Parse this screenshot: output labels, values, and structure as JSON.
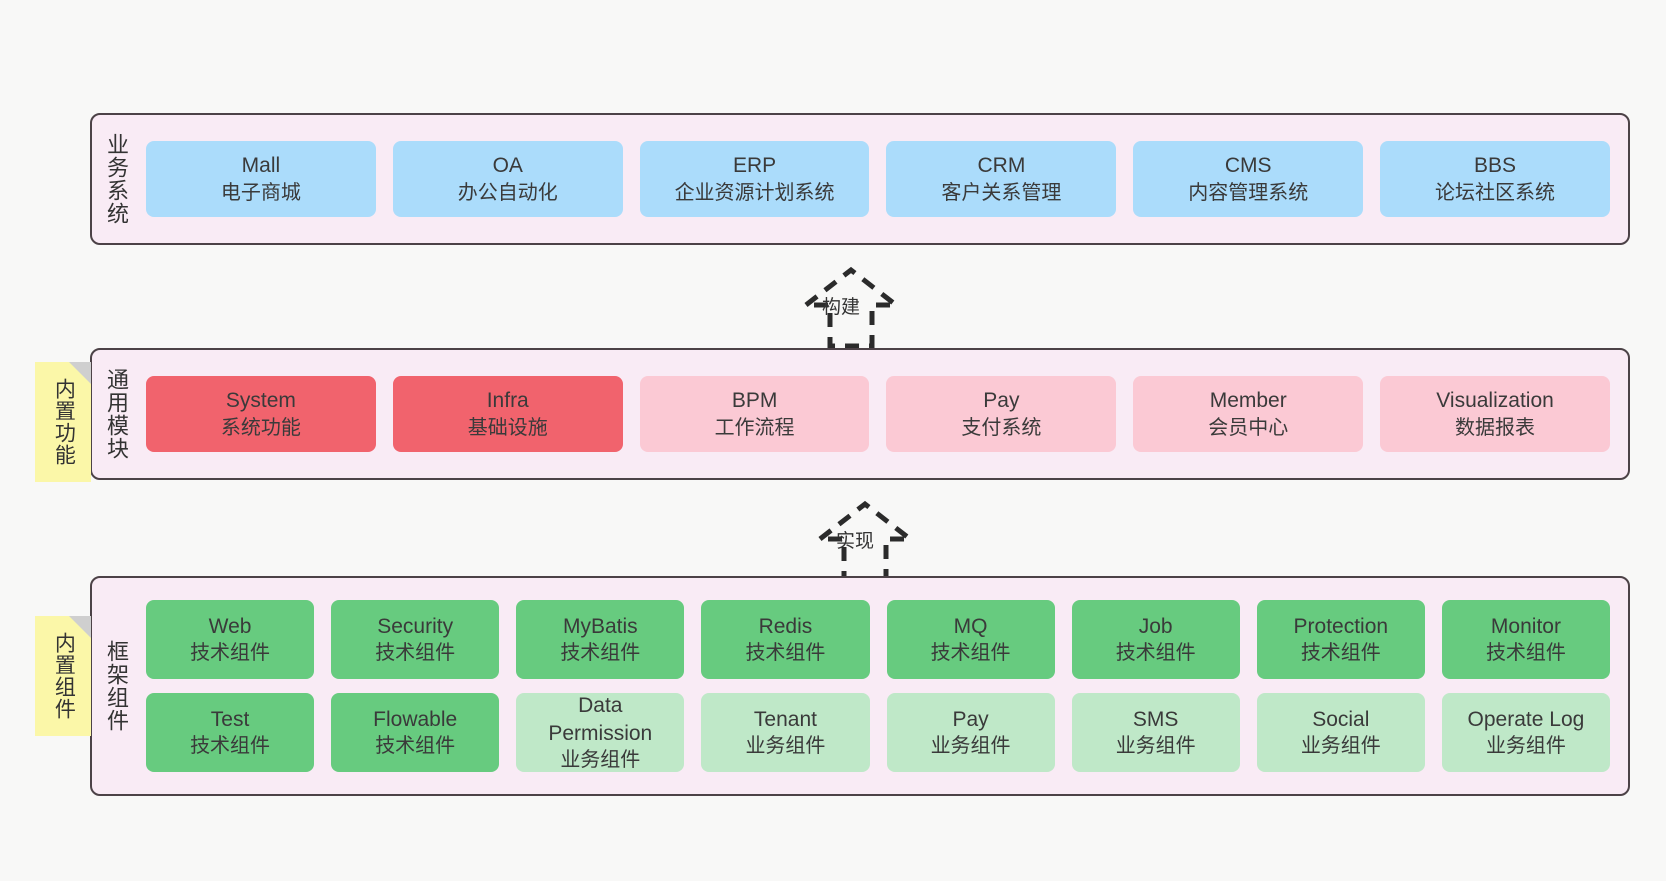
{
  "layers": [
    {
      "key": "business",
      "title": "业务系统",
      "rows": [
        [
          {
            "en": "Mall",
            "cn": "电子商城",
            "color": "blue"
          },
          {
            "en": "OA",
            "cn": "办公自动化",
            "color": "blue"
          },
          {
            "en": "ERP",
            "cn": "企业资源计划系统",
            "color": "blue"
          },
          {
            "en": "CRM",
            "cn": "客户关系管理",
            "color": "blue"
          },
          {
            "en": "CMS",
            "cn": "内容管理系统",
            "color": "blue"
          },
          {
            "en": "BBS",
            "cn": "论坛社区系统",
            "color": "blue"
          }
        ]
      ]
    },
    {
      "key": "common",
      "title": "通用模块",
      "note": "内置功能",
      "rows": [
        [
          {
            "en": "System",
            "cn": "系统功能",
            "color": "red"
          },
          {
            "en": "Infra",
            "cn": "基础设施",
            "color": "red"
          },
          {
            "en": "BPM",
            "cn": "工作流程",
            "color": "pink"
          },
          {
            "en": "Pay",
            "cn": "支付系统",
            "color": "pink"
          },
          {
            "en": "Member",
            "cn": "会员中心",
            "color": "pink"
          },
          {
            "en": "Visualization",
            "cn": "数据报表",
            "color": "pink"
          }
        ]
      ]
    },
    {
      "key": "framework",
      "title": "框架组件",
      "note": "内置组件",
      "rows": [
        [
          {
            "en": "Web",
            "cn": "技术组件",
            "color": "green"
          },
          {
            "en": "Security",
            "cn": "技术组件",
            "color": "green"
          },
          {
            "en": "MyBatis",
            "cn": "技术组件",
            "color": "green"
          },
          {
            "en": "Redis",
            "cn": "技术组件",
            "color": "green"
          },
          {
            "en": "MQ",
            "cn": "技术组件",
            "color": "green"
          },
          {
            "en": "Job",
            "cn": "技术组件",
            "color": "green"
          },
          {
            "en": "Protection",
            "cn": "技术组件",
            "color": "green"
          },
          {
            "en": "Monitor",
            "cn": "技术组件",
            "color": "green"
          }
        ],
        [
          {
            "en": "Test",
            "cn": "技术组件",
            "color": "green"
          },
          {
            "en": "Flowable",
            "cn": "技术组件",
            "color": "green"
          },
          {
            "en": "Data Permission",
            "cn": "业务组件",
            "color": "lgreen"
          },
          {
            "en": "Tenant",
            "cn": "业务组件",
            "color": "lgreen"
          },
          {
            "en": "Pay",
            "cn": "业务组件",
            "color": "lgreen"
          },
          {
            "en": "SMS",
            "cn": "业务组件",
            "color": "lgreen"
          },
          {
            "en": "Social",
            "cn": "业务组件",
            "color": "lgreen"
          },
          {
            "en": "Operate Log",
            "cn": "业务组件",
            "color": "lgreen"
          }
        ]
      ]
    }
  ],
  "connectors": [
    {
      "key": "build",
      "label": "构建"
    },
    {
      "key": "implement",
      "label": "实现"
    }
  ],
  "colors": {
    "panel_bg": "#f9ebf5",
    "panel_border": "#4c4247",
    "blue": "#abdcfb",
    "red": "#f1636d",
    "pink": "#fbc9d4",
    "green": "#67cb7f",
    "light_green": "#bfe8c8",
    "sticky": "#fbf7a8",
    "page_bg": "#f8f8f7",
    "text": "#333333"
  }
}
